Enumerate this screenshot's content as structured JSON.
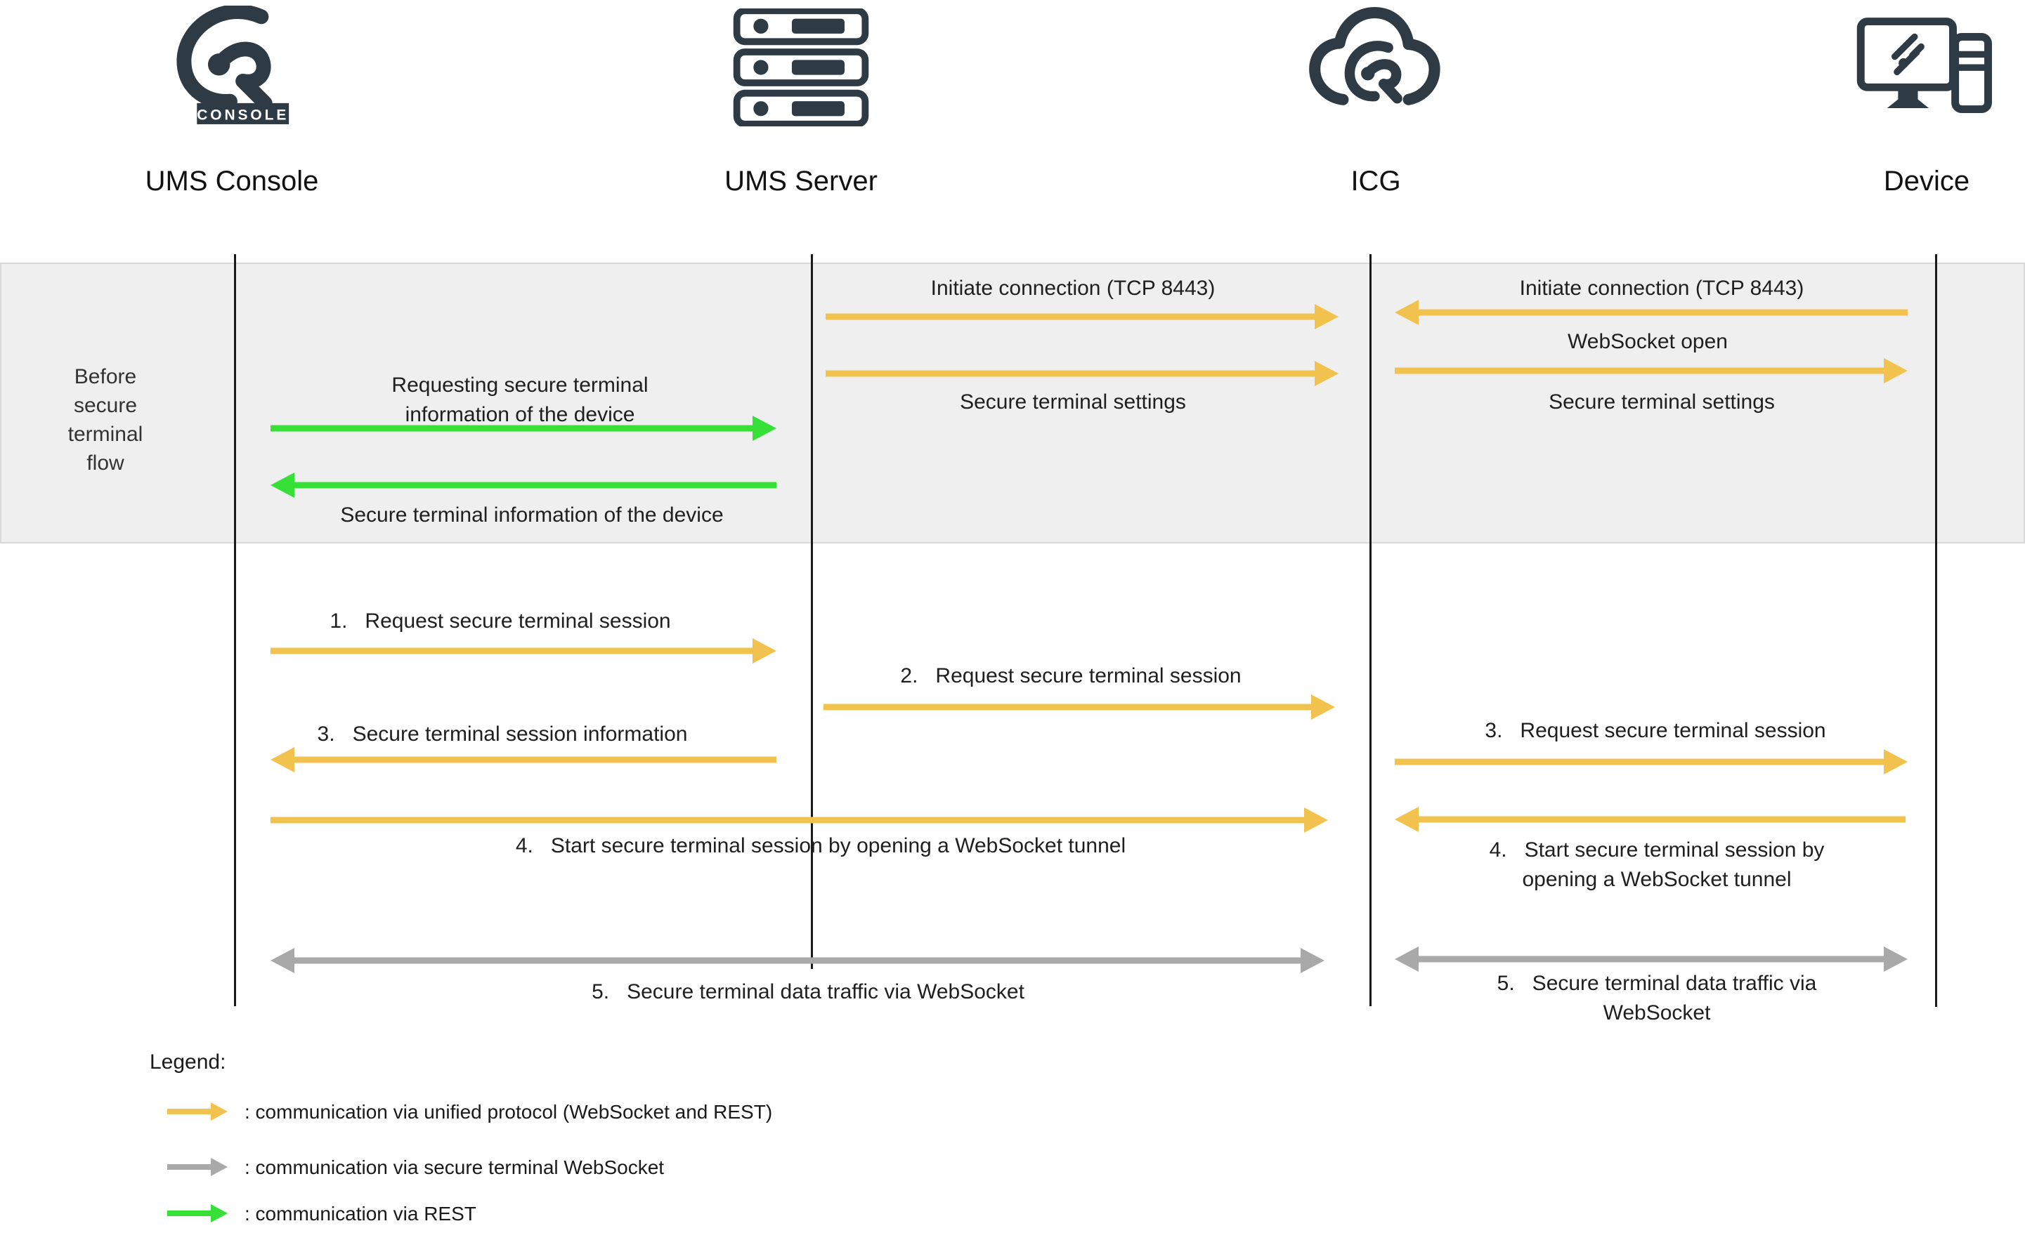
{
  "entities": [
    {
      "label": "UMS Console",
      "badge": "CONSOLE"
    },
    {
      "label": "UMS Server"
    },
    {
      "label": "ICG"
    },
    {
      "label": "Device"
    }
  ],
  "band": {
    "label": "Before secure terminal flow",
    "messages": {
      "requesting_info": "Requesting secure terminal information of the device",
      "info_of_device": "Secure terminal information of the device",
      "initiate_mid": "Initiate connection (TCP 8443)",
      "settings_mid": "Secure terminal settings",
      "initiate_right": "Initiate connection (TCP 8443)",
      "websocket_open": "WebSocket open",
      "settings_right": "Secure terminal settings"
    }
  },
  "flow": {
    "step1": "1.   Request secure terminal session",
    "step2": "2.   Request secure terminal session",
    "step3_left": "3.   Secure terminal session information",
    "step3_right": "3.   Request secure terminal session",
    "step4_left": "4.   Start secure terminal session by opening a WebSocket tunnel",
    "step4_right": "4.   Start secure terminal session by opening a WebSocket tunnel",
    "step5_left": "5.   Secure terminal data traffic via WebSocket",
    "step5_right": "5.   Secure terminal data traffic via WebSocket"
  },
  "legend": {
    "title": "Legend:",
    "items": [
      {
        "color": "#F2C24E",
        "label": ": communication via unified protocol (WebSocket and REST)"
      },
      {
        "color": "#A9A9A9",
        "label": ": communication via secure terminal WebSocket"
      },
      {
        "color": "#36E036",
        "label": ": communication via REST"
      }
    ]
  },
  "colors": {
    "accent_yellow": "#F2C24E",
    "accent_gray": "#A9A9A9",
    "accent_green": "#36E036",
    "icon_dark": "#2E3A44",
    "band_background": "#EFEFEF"
  }
}
